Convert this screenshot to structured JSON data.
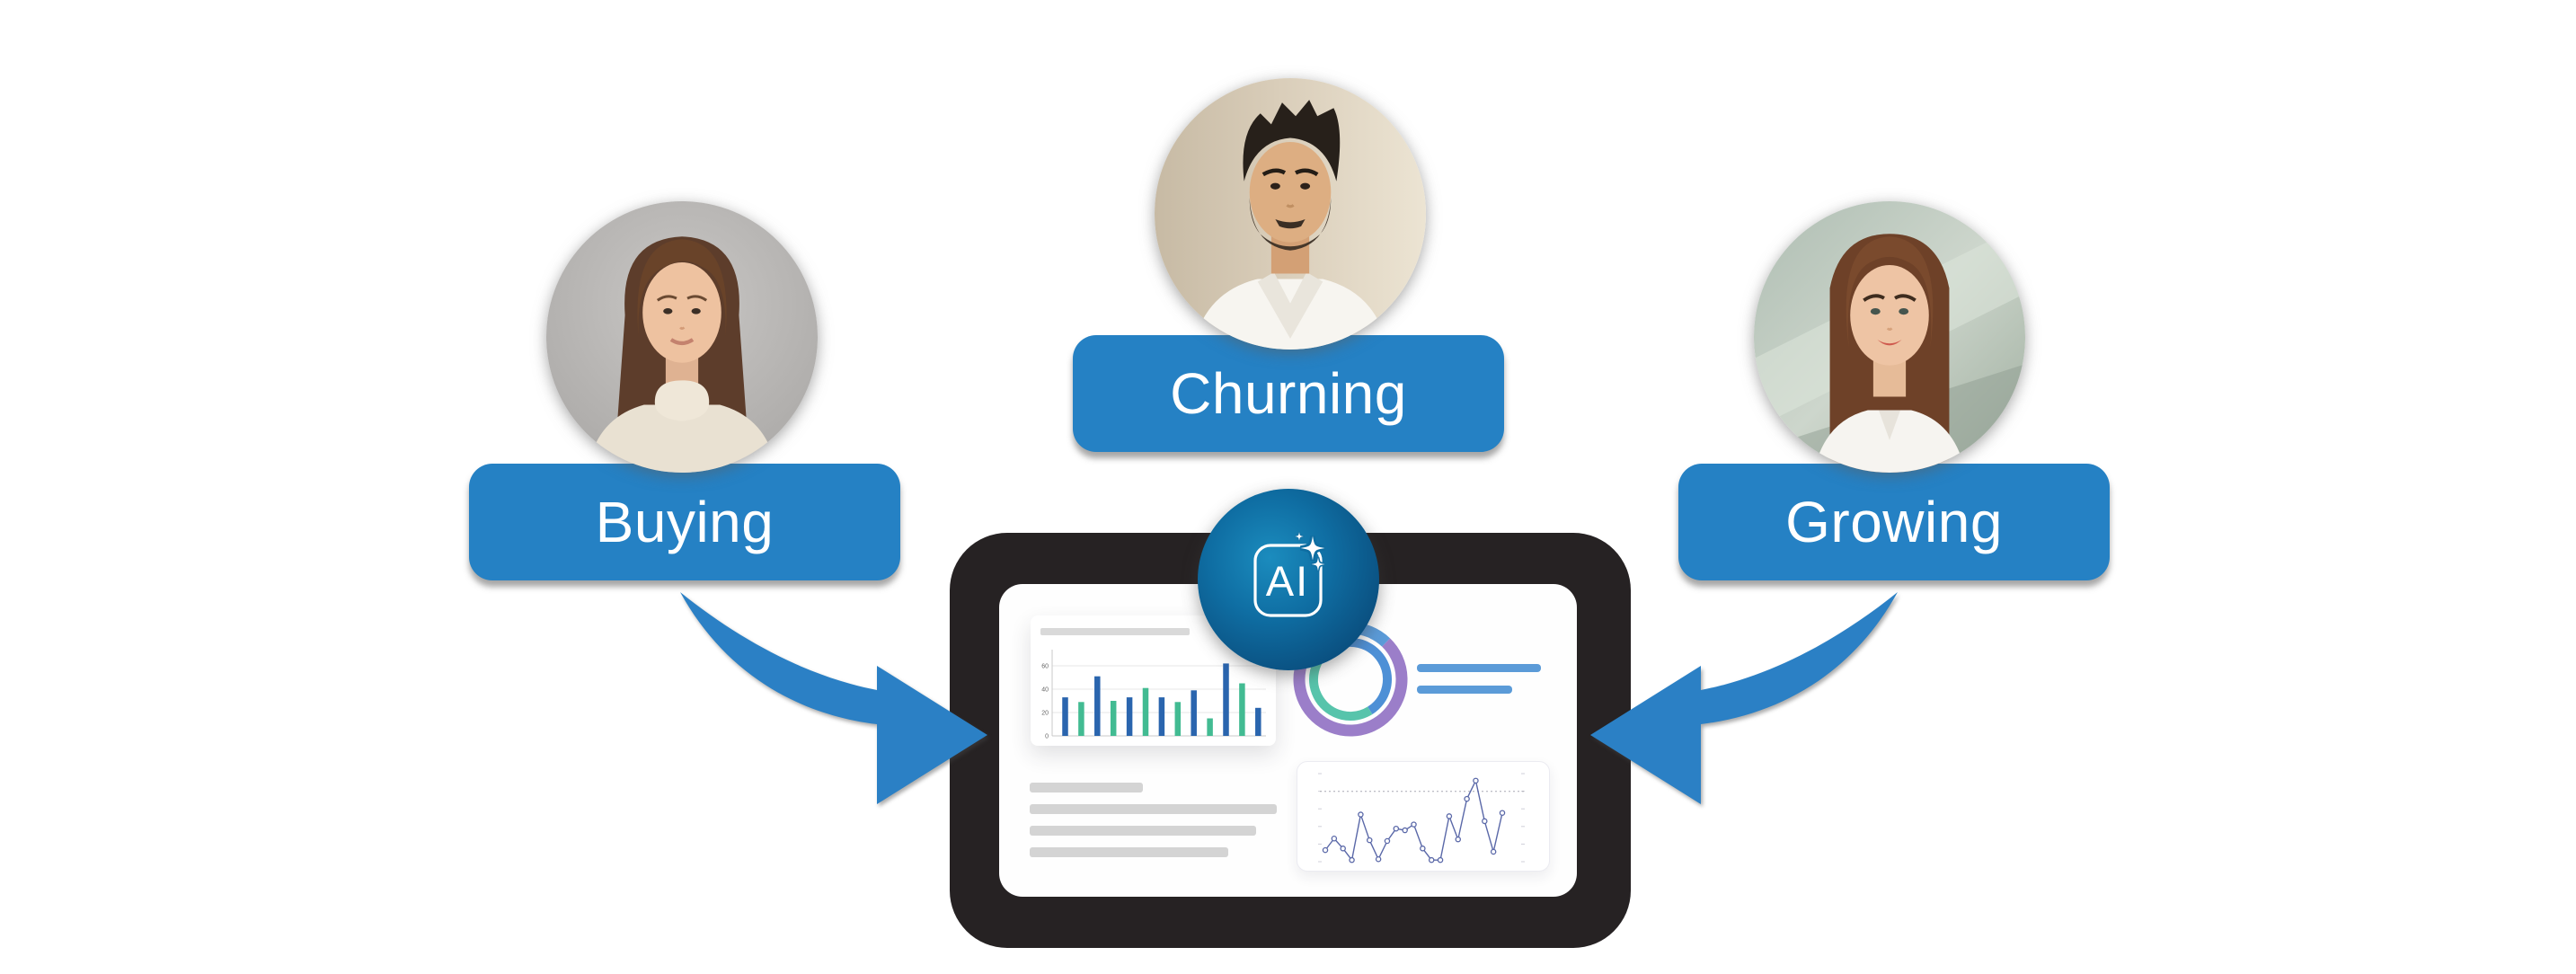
{
  "title": "Customer personas feeding an AI analytics dashboard",
  "personas": [
    {
      "label": "Buying",
      "avatar": "woman-portrait-gray-studio"
    },
    {
      "label": "Churning",
      "avatar": "man-portrait-beige-wall"
    },
    {
      "label": "Growing",
      "avatar": "woman-portrait-outdoor"
    }
  ],
  "ai_badge": {
    "label": "AI",
    "icons": [
      "sparkle-large-icon",
      "sparkle-small-icon",
      "sparkle-tiny-icon"
    ]
  },
  "colors": {
    "persona_label_bg": "#2581c4",
    "arrow_blue": "#2b80c5",
    "tablet_frame": "#262223",
    "screen_bg": "#fefefe",
    "bar_blue": "#2a65ae",
    "bar_green": "#42bb92",
    "donut_purple": "#9b7ec9",
    "donut_teal": "#57c4ab",
    "donut_blue_outer": "#5b9bd8",
    "donut_blue_inner": "#4e90d6",
    "line_chart_indigo": "#5a68a8",
    "legend_line_blue": "#5b9bd8",
    "placeholder_gray": "#d4d4d4",
    "badge_gradient_inner": "#1b8cbe",
    "badge_gradient_outer": "#083e66"
  },
  "chart_data": [
    {
      "type": "bar",
      "title": "",
      "xlabel": "",
      "ylabel": "",
      "values": [
        33,
        29,
        51,
        30,
        33,
        41,
        33,
        29,
        39,
        15,
        62,
        45,
        24
      ],
      "bar_color_pattern": [
        "#2a65ae",
        "#42bb92"
      ],
      "yticks": [
        0,
        20,
        40,
        60
      ],
      "ylim": [
        0,
        65
      ],
      "grid": true,
      "legend": "none"
    },
    {
      "type": "donut",
      "title": "",
      "rings": {
        "outer": [
          {
            "color": "#5b9bd8",
            "start_deg": -48,
            "end_deg": 44
          },
          {
            "color": "#9b7ec9",
            "start_deg": 44,
            "end_deg": 312
          }
        ],
        "inner": [
          {
            "color": "#4e90d6",
            "start_deg": -32,
            "end_deg": 148
          },
          {
            "color": "#57c4ab",
            "start_deg": 148,
            "end_deg": 328
          }
        ]
      }
    },
    {
      "type": "line",
      "title": "",
      "values": [
        14,
        28,
        16,
        2,
        57,
        26,
        3,
        25,
        40,
        38,
        45,
        16,
        2,
        2,
        55,
        27,
        76,
        98,
        49,
        12,
        59
      ],
      "threshold": 85,
      "ylim": [
        0,
        100
      ],
      "line_color": "#5a68a8",
      "marker": "open-circle",
      "grid": "dotted-threshold"
    }
  ]
}
